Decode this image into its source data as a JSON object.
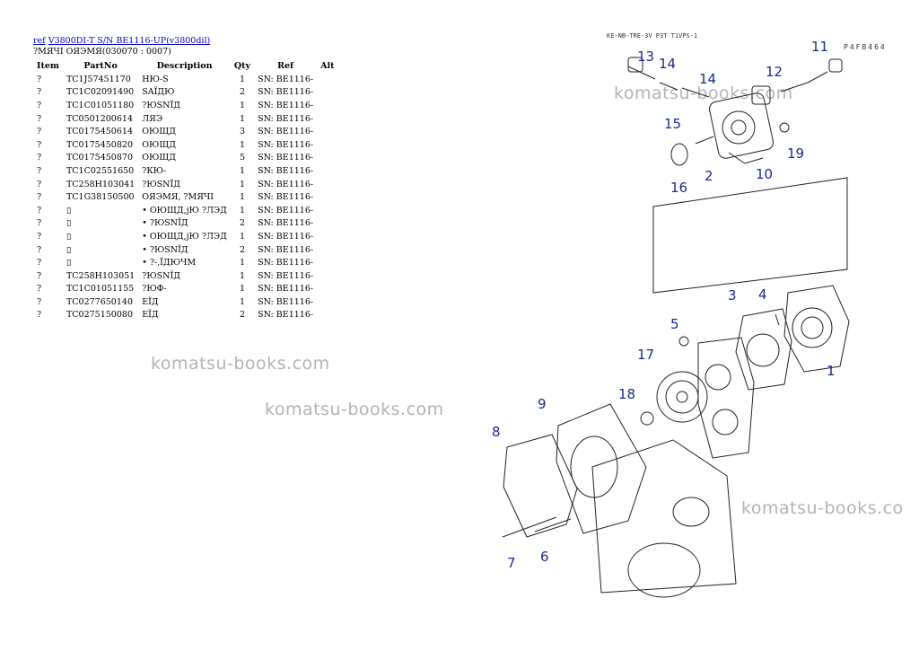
{
  "header": {
    "link_ref": "ref",
    "link_model": "V3800DI-T S/N BE1116-UP(v3800dil)",
    "subtitle": "?МЯЧІ ОЯЭМЯ(030070 : 0007)"
  },
  "table": {
    "columns": [
      "Item",
      "PartNo",
      "Description",
      "Qty",
      "Ref",
      "Alt"
    ],
    "rows": [
      {
        "item": "?",
        "part": "TC1J57451170",
        "desc": "НЮ-S",
        "qty": "1",
        "ref": "SN: BE1116-",
        "alt": ""
      },
      {
        "item": "?",
        "part": "TC1C02091490",
        "desc": "SAЇДЮ",
        "qty": "2",
        "ref": "SN: BE1116-",
        "alt": ""
      },
      {
        "item": "?",
        "part": "TC1C01051180",
        "desc": "?ЮSNЇД",
        "qty": "1",
        "ref": "SN: BE1116-",
        "alt": ""
      },
      {
        "item": "?",
        "part": "TC0501200614",
        "desc": "ЛЯЭ",
        "qty": "1",
        "ref": "SN: BE1116-",
        "alt": ""
      },
      {
        "item": "?",
        "part": "TC0175450614",
        "desc": "ОЮЩД",
        "qty": "3",
        "ref": "SN: BE1116-",
        "alt": ""
      },
      {
        "item": "?",
        "part": "TC0175450820",
        "desc": "ОЮЩД",
        "qty": "1",
        "ref": "SN: BE1116-",
        "alt": ""
      },
      {
        "item": "?",
        "part": "TC0175450870",
        "desc": "ОЮЩД",
        "qty": "5",
        "ref": "SN: BE1116-",
        "alt": ""
      },
      {
        "item": "?",
        "part": "TC1C02551650",
        "desc": "?КЮ-",
        "qty": "1",
        "ref": "SN: BE1116-",
        "alt": ""
      },
      {
        "item": "?",
        "part": "TC258H103041",
        "desc": "?ЮSNЇД",
        "qty": "1",
        "ref": "SN: BE1116-",
        "alt": ""
      },
      {
        "item": "?",
        "part": "TC1G38150500",
        "desc": "ОЯЭМЯ, ?МЯЧІ",
        "qty": "1",
        "ref": "SN: BE1116-",
        "alt": ""
      },
      {
        "item": "?",
        "part": "▯",
        "desc": "• ОЮЩД,јЮ ?ЛЭД",
        "qty": "1",
        "ref": "SN: BE1116-",
        "alt": ""
      },
      {
        "item": "?",
        "part": "▯",
        "desc": "• ?ЮSNЇД",
        "qty": "2",
        "ref": "SN: BE1116-",
        "alt": ""
      },
      {
        "item": "?",
        "part": "▯",
        "desc": "• ОЮЩД,јЮ ?ЛЭД",
        "qty": "1",
        "ref": "SN: BE1116-",
        "alt": ""
      },
      {
        "item": "?",
        "part": "▯",
        "desc": "• ?ЮSNЇД",
        "qty": "2",
        "ref": "SN: BE1116-",
        "alt": ""
      },
      {
        "item": "?",
        "part": "▯",
        "desc": "• ?-,ЇДЮЧМ",
        "qty": "1",
        "ref": "SN: BE1116-",
        "alt": ""
      },
      {
        "item": "?",
        "part": "TC258H103051",
        "desc": "?ЮSNЇД",
        "qty": "1",
        "ref": "SN: BE1116-",
        "alt": ""
      },
      {
        "item": "?",
        "part": "TC1C01051155",
        "desc": "?ЮФ-",
        "qty": "1",
        "ref": "SN: BE1116-",
        "alt": ""
      },
      {
        "item": "?",
        "part": "TC0277650140",
        "desc": "ЕЇД",
        "qty": "1",
        "ref": "SN: BE1116-",
        "alt": ""
      },
      {
        "item": "?",
        "part": "TC0275150080",
        "desc": "ЕЇД",
        "qty": "2",
        "ref": "SN: BE1116-",
        "alt": ""
      }
    ]
  },
  "watermarks": [
    "komatsu-books.com",
    "komatsu-books.com",
    "komatsu-books.com",
    "komatsu-books.co"
  ],
  "diagram": {
    "code": "P4FB464",
    "top_note": "KE-NB-TRE-3V P3T    T1VPS-1",
    "callouts": [
      "13",
      "14",
      "14",
      "12",
      "11",
      "15",
      "2",
      "16",
      "10",
      "19",
      "3",
      "4",
      "5",
      "1",
      "17",
      "18",
      "9",
      "8",
      "7",
      "6"
    ]
  },
  "colors": {
    "link": "#0000cc",
    "callout": "#1a2a8a",
    "watermark": "#b4b4b4"
  }
}
